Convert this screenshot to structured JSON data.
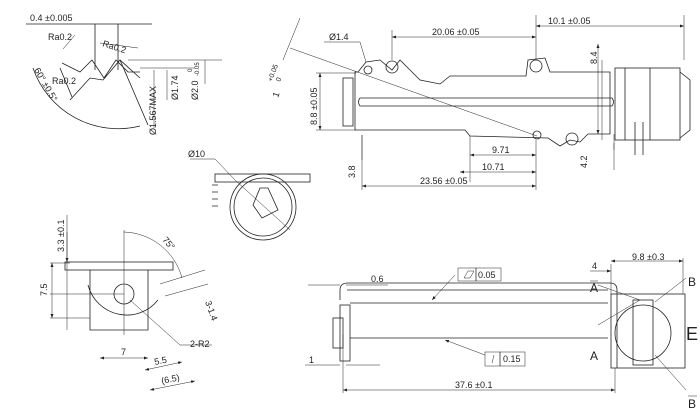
{
  "thread_detail": {
    "pitch": "0.4 ±0.005",
    "ra_top": "Ra0.2",
    "ra_flank": "Ra0.2",
    "ra_root": "Ra0.2",
    "angle": "60° ±0.5°",
    "d_root": "Ø1.567MAX",
    "d_pitch": "Ø1.74",
    "d_major": "Ø2.0",
    "d_major_tol_upper": "0",
    "d_major_tol_lower": "-0.05"
  },
  "top_view": {
    "hole_dia": "Ø1.4",
    "thickness": "1",
    "thickness_tol_upper": "+0.05",
    "thickness_tol_lower": "0",
    "hole_spacing": "20.06 ±0.05",
    "motor_length": "10.1 ±0.05",
    "height": "8.8 ±0.05",
    "motor_offset": "8.4",
    "dim_3_8": "3.8",
    "dim_4_2": "4.2",
    "dim_9_71": "9.71",
    "dim_10_71": "10.71",
    "dim_23_56": "23.56 ±0.05"
  },
  "end_view": {
    "motor_dia": "Ø10"
  },
  "side_view": {
    "dim_3_3": "3.3 ±0.1",
    "dim_7_5": "7.5",
    "angle": "75°",
    "pins": "3-1.4",
    "radius": "2-R2",
    "dim_7": "7",
    "dim_5_5": "5.5",
    "dim_6_5": "(6.5)"
  },
  "front_view": {
    "dim_0_6": "0.6",
    "flatness_value": "0.05",
    "runout_value": "0.15",
    "dim_1": "1",
    "length": "37.6 ±0.1",
    "dim_4": "4",
    "motor_width": "9.8 ±0.3",
    "pin_a_bar": "A",
    "pin_a": "A",
    "pin_b": "B",
    "pin_b_bar": "B",
    "view_label": "E"
  }
}
